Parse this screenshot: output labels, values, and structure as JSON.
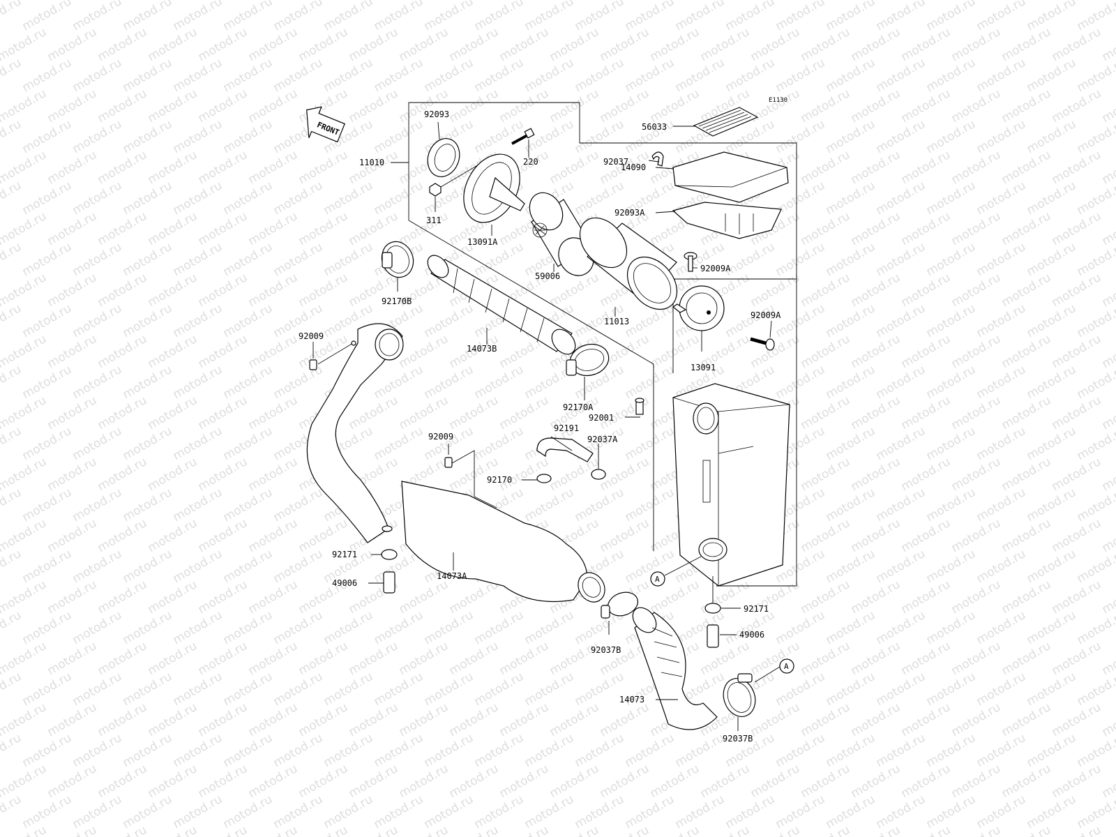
{
  "diagram_code": "E1130",
  "front_label": "FRONT",
  "watermark": "motod.ru",
  "callouts": {
    "p56033": "56033",
    "p92093": "92093",
    "p220": "220",
    "p11010": "11010",
    "p311": "311",
    "p13091A": "13091A",
    "p92037": "92037",
    "p14090": "14090",
    "p92093A": "92093A",
    "p59006": "59006",
    "p92170B": "92170B",
    "p11013": "11013",
    "p92009A_top": "92009A",
    "p92009A_right": "92009A",
    "p14073B": "14073B",
    "p92009_left": "92009",
    "p13091": "13091",
    "p92170A": "92170A",
    "p92001": "92001",
    "p92191": "92191",
    "p92009_mid": "92009",
    "p92037A": "92037A",
    "p92170": "92170",
    "p92171_left": "92171",
    "p14073A": "14073A",
    "p49006_left": "49006",
    "p92171_right": "92171",
    "p49006_right": "49006",
    "p92037B_left": "92037B",
    "p14073": "14073",
    "p92037B_right": "92037B",
    "ref_a1": "A",
    "ref_a2": "A"
  }
}
